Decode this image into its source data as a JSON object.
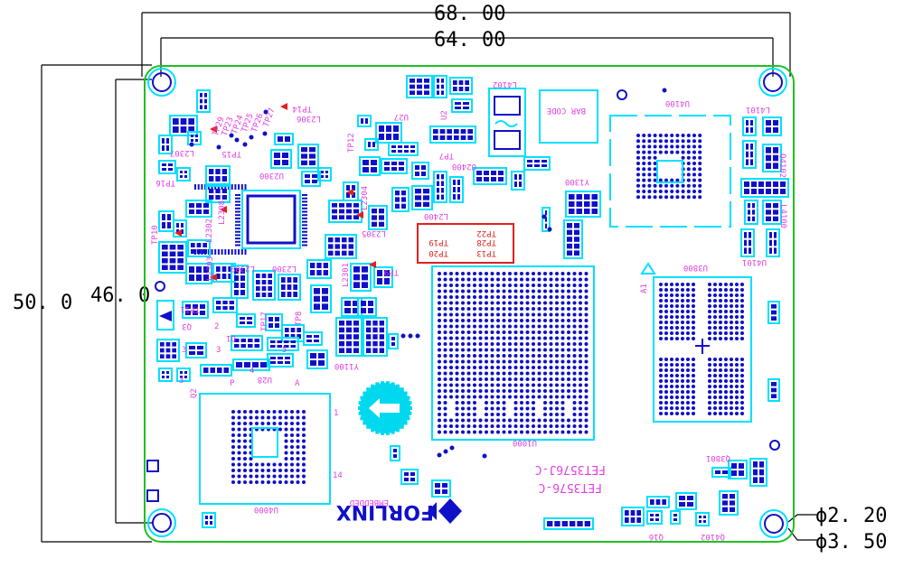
{
  "dimensions": {
    "outer_width": "68. 00",
    "inner_width": "64. 00",
    "outer_height": "50. 0",
    "inner_height": "46. 0",
    "hole_inner": "ϕ2. 20",
    "hole_outer": "ϕ3. 50"
  },
  "components": {
    "u4100": "U4100",
    "l4101": "L4101",
    "q4102": "Q4102",
    "l4100": "L4100",
    "u4101": "U4101",
    "u3800": "U3800",
    "a1": "A1",
    "y1300": "Y1300",
    "u1000": "U1000",
    "u2300": "U2300",
    "l2300": "L2300",
    "l2302": "L2302",
    "l2303": "L2303",
    "l2308": "L2308",
    "l2309": "L2309",
    "l2301": "L2301",
    "l2304": "L2304",
    "l2305": "L2305",
    "l2306": "L2306",
    "l2307": "L2307",
    "l2400": "L2400",
    "u2400": "U2400",
    "u27": "U27",
    "u2": "U2",
    "l4102": "L4102",
    "bar_code": "BAR CODE",
    "y1100": "Y1100",
    "u28": "U28",
    "u4000": "U4000",
    "q1": "Q1",
    "q2": "Q2",
    "q3": "Q3",
    "q3801": "Q3801",
    "q4102b": "Q4102",
    "q16": "Q16",
    "tp_labels": [
      "TP29",
      "TP23",
      "TP24",
      "TP25",
      "TP26",
      "TP27",
      "TP14",
      "TP15",
      "TP16",
      "TP10",
      "TP11",
      "TP17",
      "TP8",
      "TP9",
      "TP12",
      "TP7"
    ],
    "tp_red": [
      "TP22",
      "TP19",
      "TP28",
      "TP20",
      "TP13"
    ]
  },
  "part_numbers": {
    "line1": "FET3576J-C",
    "line2": "FET3576-C"
  },
  "logo": {
    "text": "FORLINX",
    "sub": "EMBEDDED"
  },
  "pin_markers": {
    "p": "P",
    "a": "A",
    "one": "1",
    "fourteen": "14",
    "two": "2",
    "three": "3",
    "four": "4",
    "five": "5"
  }
}
